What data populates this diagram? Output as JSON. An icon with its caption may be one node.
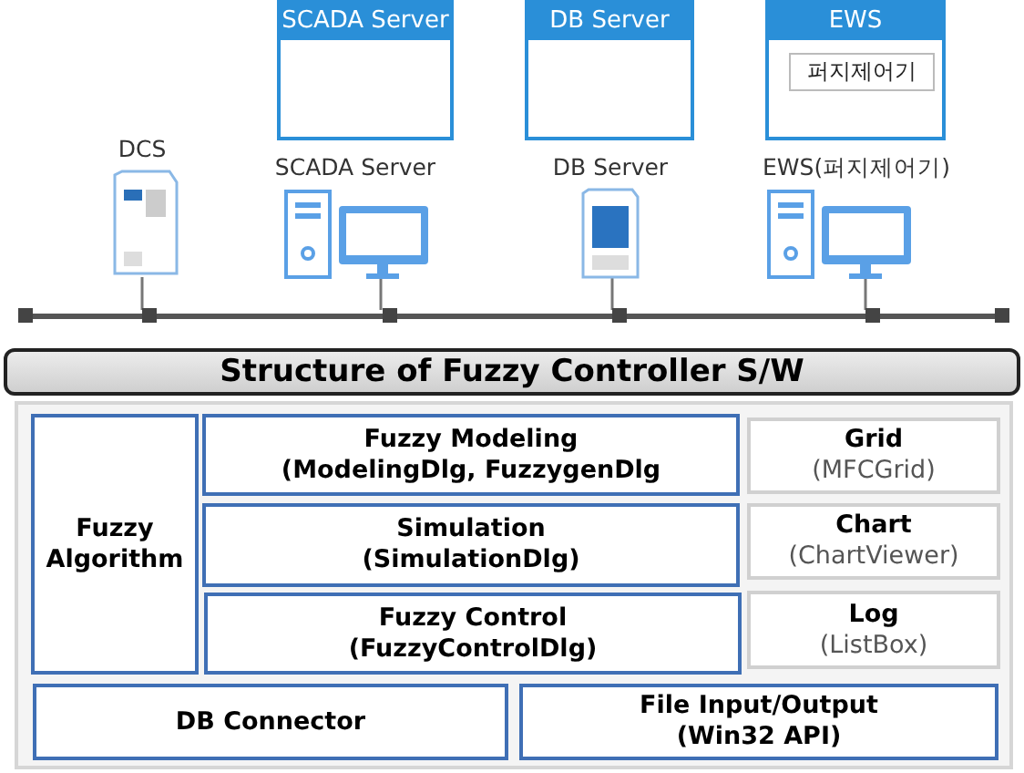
{
  "diagram": {
    "title": "Structure of Fuzzy Controller S/W",
    "nodes": [
      {
        "text": [
          "SCADA Server"
        ]
      },
      {
        "text": [
          "DB Server"
        ]
      },
      {
        "text": [
          "EWS"
        ]
      },
      {
        "text": [
          "퍼지제어기"
        ],
        "in": 2
      },
      {
        "text": [
          "DCS"
        ]
      },
      {
        "text": [
          "SCADA Server"
        ]
      },
      {
        "text": [
          "DB Server"
        ]
      },
      {
        "text": [
          "EWS(퍼지제어기)"
        ]
      },
      {
        "text": [],
        "shape": "bar"
      },
      {
        "text": [],
        "shape": "box"
      },
      {
        "text": [
          "Fuzzy Algorithm"
        ],
        "in": 9
      },
      {
        "text": [
          "Fuzzy Modeling",
          "(ModelingDlg, FuzzygenDlg"
        ],
        "in": 9
      },
      {
        "text": [
          "Simulation",
          "(SimulationDlg)"
        ],
        "in": 9
      },
      {
        "text": [
          "Fuzzy Control",
          "(FuzzyControlDlg)"
        ],
        "in": 9
      },
      {
        "text": [
          "Grid",
          "(MFCGrid)"
        ],
        "in": 9
      },
      {
        "text": [
          "Chart",
          "(ChartViewer)"
        ],
        "in": 9
      },
      {
        "text": [
          "Log",
          "(ListBox)"
        ],
        "in": 9
      },
      {
        "text": [
          "DB Connector"
        ],
        "in": 9
      },
      {
        "text": [
          "File Input/Output",
          "(Win32 API)"
        ],
        "in": 9
      }
    ],
    "edges": [
      {
        "from": 4,
        "to": 8,
        "arrow": "none"
      },
      {
        "from": 5,
        "to": 8,
        "arrow": "none"
      },
      {
        "from": 6,
        "to": 8,
        "arrow": "none"
      },
      {
        "from": 7,
        "to": 8,
        "arrow": "none"
      }
    ]
  }
}
